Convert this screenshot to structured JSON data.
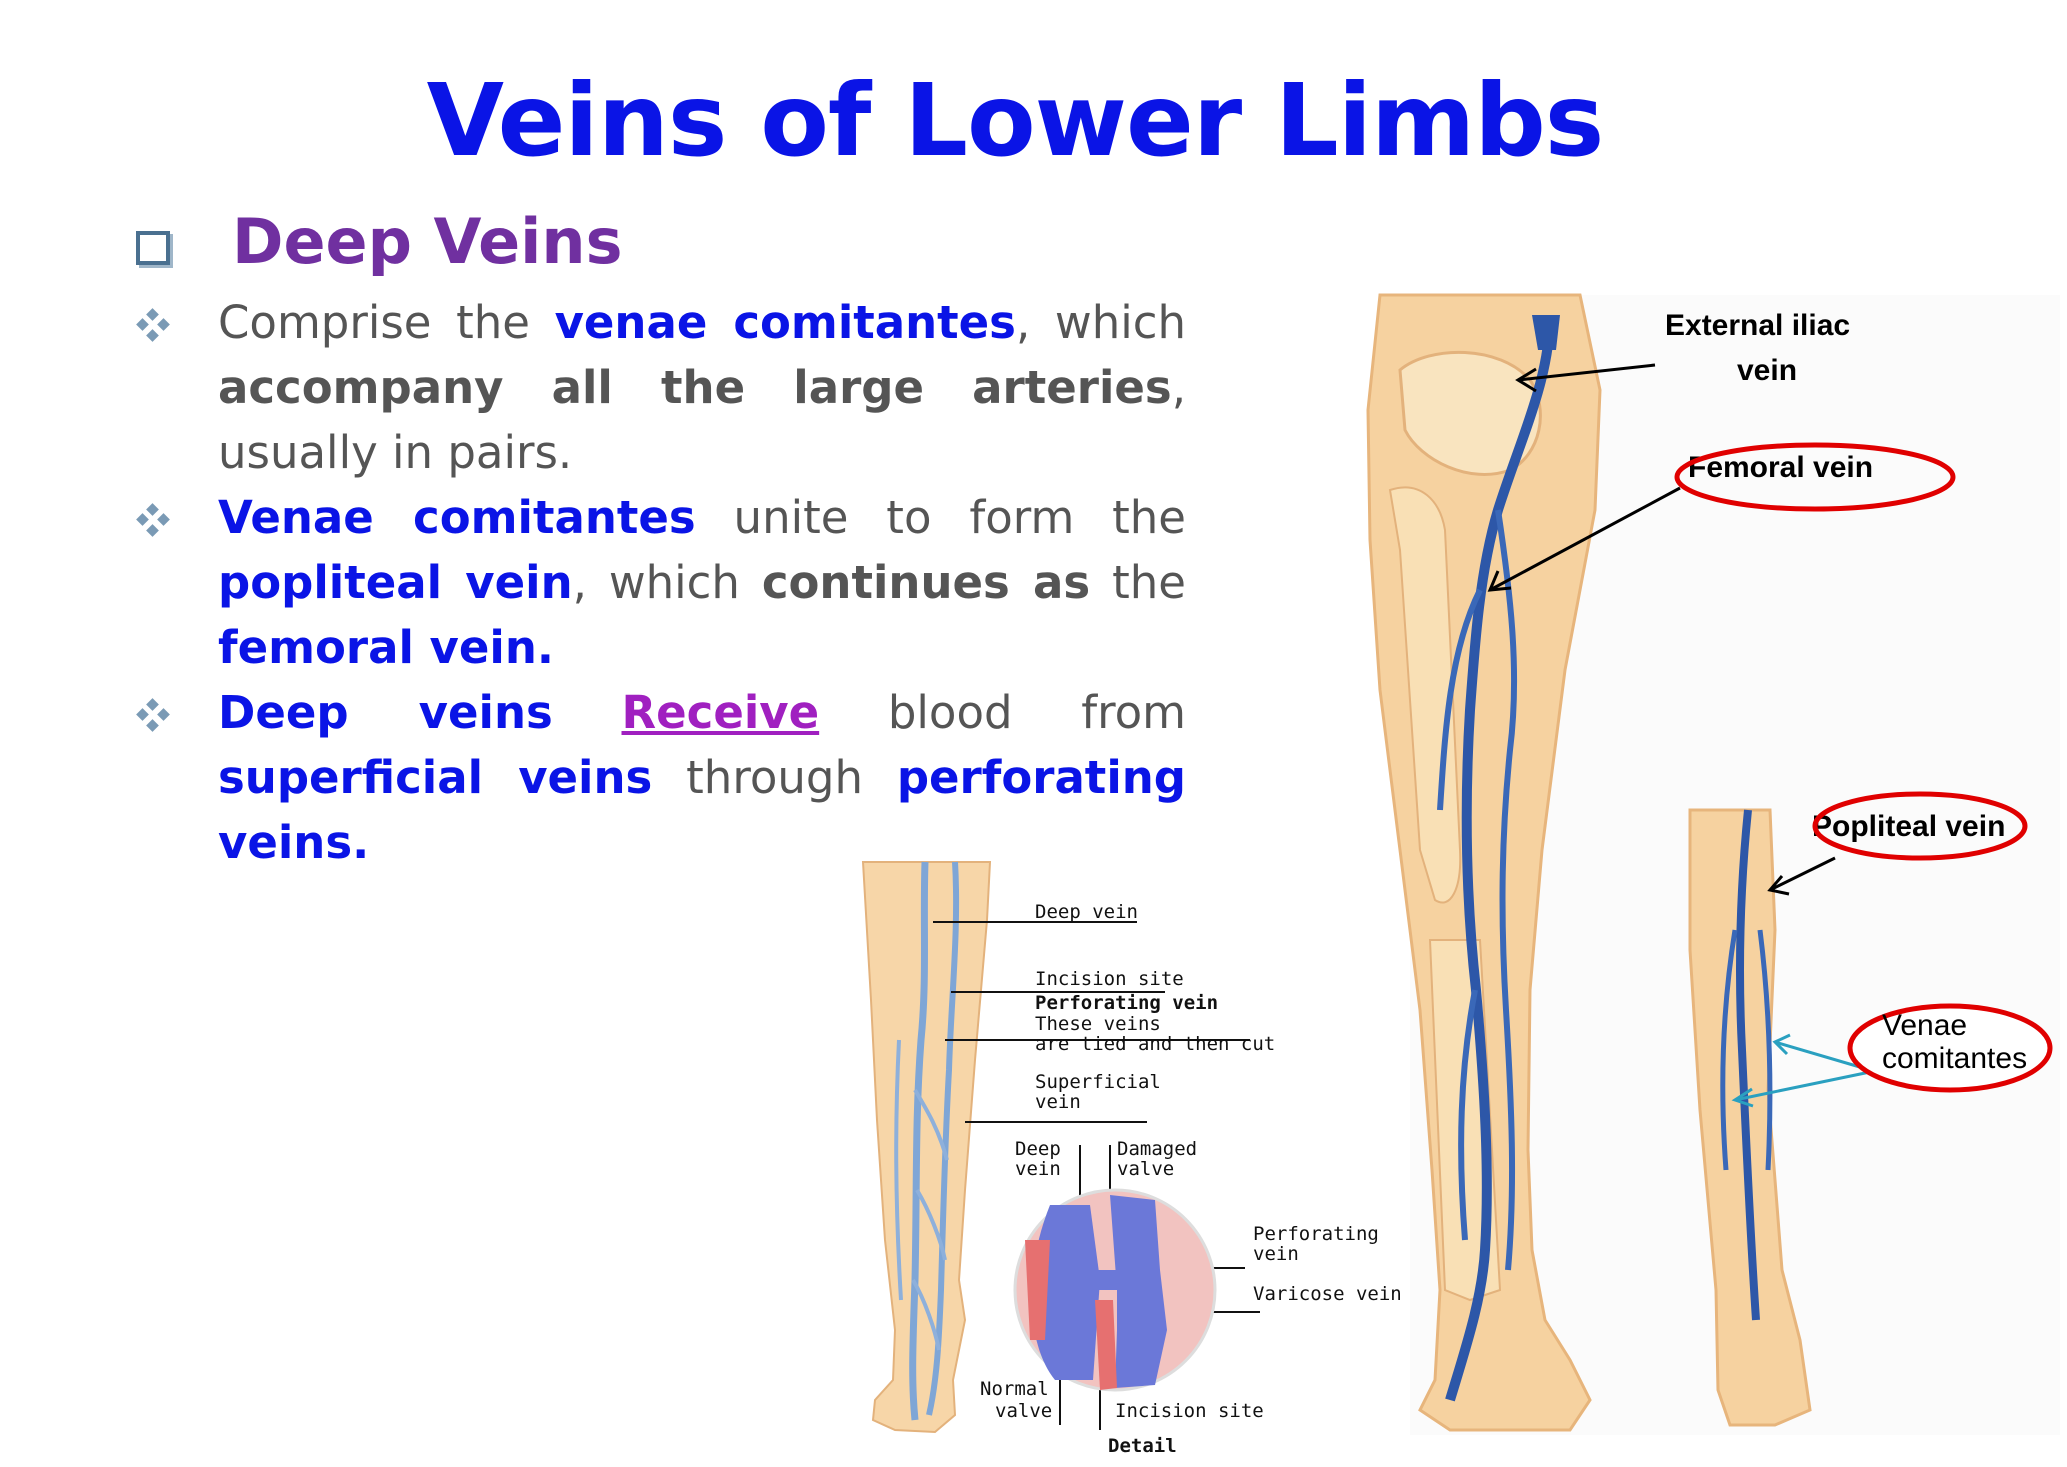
{
  "slide": {
    "title": "Veins of Lower Limbs",
    "heading": "Deep Veins",
    "bullets": [
      {
        "segments": [
          {
            "t": "Comprise the ",
            "s": "plain"
          },
          {
            "t": "venae comitantes",
            "s": "blue"
          },
          {
            "t": ", which ",
            "s": "plain"
          },
          {
            "t": "accompany all the large arteries",
            "s": "dark"
          },
          {
            "t": ", usually in pairs.",
            "s": "plain"
          }
        ]
      },
      {
        "segments": [
          {
            "t": "Venae comitantes",
            "s": "blue"
          },
          {
            "t": " unite to form the ",
            "s": "plain"
          },
          {
            "t": "popliteal vein",
            "s": "blue"
          },
          {
            "t": ", which ",
            "s": "plain"
          },
          {
            "t": "continues as",
            "s": "dark"
          },
          {
            "t": " the ",
            "s": "plain"
          },
          {
            "t": "femoral vein.",
            "s": "blue"
          }
        ]
      },
      {
        "segments": [
          {
            "t": "Deep veins",
            "s": "blue"
          },
          {
            "t": " ",
            "s": "plain"
          },
          {
            "t": "Receive",
            "s": "link"
          },
          {
            "t": " blood from ",
            "s": "plain"
          },
          {
            "t": "superficial veins",
            "s": "blue"
          },
          {
            "t": " through ",
            "s": "plain"
          },
          {
            "t": "perforating veins.",
            "s": "blue"
          }
        ]
      }
    ]
  },
  "figure_left": {
    "labels": {
      "deep_vein": "Deep vein",
      "incision_site": "Incision site",
      "perforating_vein": "Perforating vein",
      "tied_1": "These veins",
      "tied_2": "are tied and then cut",
      "superficial_1": "Superficial",
      "superficial_2": "vein",
      "detail_deep_1": "Deep",
      "detail_deep_2": "vein",
      "damaged_1": "Damaged",
      "damaged_2": "valve",
      "perforating_1": "Perforating",
      "perforating_2": "vein",
      "varicose": "Varicose vein",
      "normal_1": "Normal",
      "normal_2": "valve",
      "incision_site_2": "Incision site",
      "detail": "Detail"
    }
  },
  "figure_right": {
    "labels": {
      "external_iliac_1": "External iliac",
      "external_iliac_2": "vein",
      "femoral": "Femoral vein",
      "popliteal": "Popliteal vein",
      "venae_1": "Venae",
      "venae_2": "comitantes"
    }
  },
  "colors": {
    "title": "#0a14e6",
    "heading": "#7030a0",
    "highlight_blue": "#0a14e6",
    "link_purple": "#a020c0",
    "body_gray": "#555555",
    "skin": "#f6d2a0",
    "vein": "#2d57a8",
    "callout_red": "#e00000"
  }
}
